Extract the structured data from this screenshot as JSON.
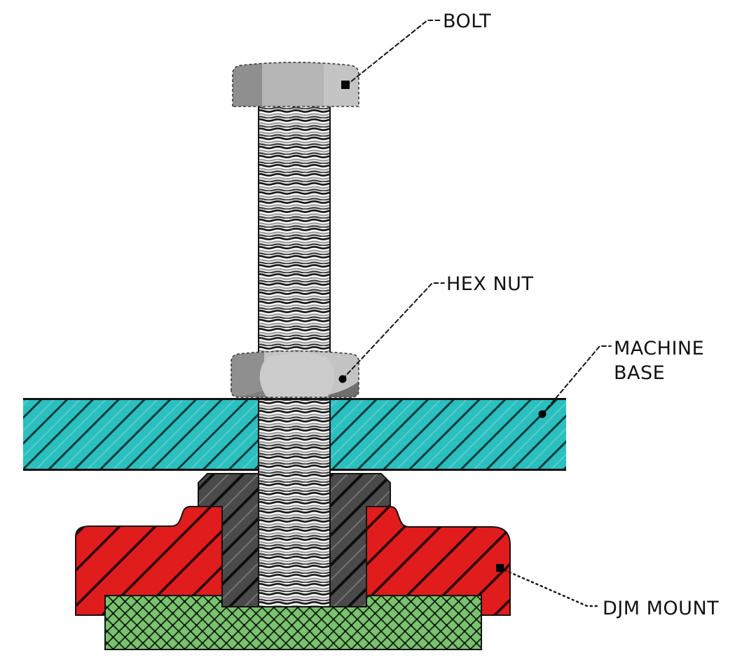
{
  "diagram": {
    "type": "engineering-cross-section",
    "labels": {
      "bolt": "BOLT",
      "hex_nut": "HEX NUT",
      "machine_base_line1": "MACHINE",
      "machine_base_line2": "BASE",
      "djm_mount": "DJM MOUNT"
    },
    "components": [
      "bolt",
      "hex nut",
      "machine base",
      "djm mount top washer",
      "djm mount body",
      "elastomer pad"
    ],
    "colors": {
      "machine_base": "#2bbfbf",
      "machine_base_hatch": "#0d3c3c",
      "machine_base_hatch_light": "#63d0d0",
      "mount_body": "#e01c1c",
      "mount_body_hatch": "#230404",
      "top_washer": "#4a4a4a",
      "top_washer_hatch": "#0e0e0e",
      "top_washer_hatch_light": "#787878",
      "elastomer_pad": "#7cc171",
      "elastomer_pad_hatch": "#143312",
      "steel_light": "#c4c4c4",
      "steel_mid": "#b5b5b5",
      "steel_dark": "#8f8f8f",
      "thread_bg": "#ededed",
      "line": "#141414",
      "background": "#ffffff"
    }
  }
}
